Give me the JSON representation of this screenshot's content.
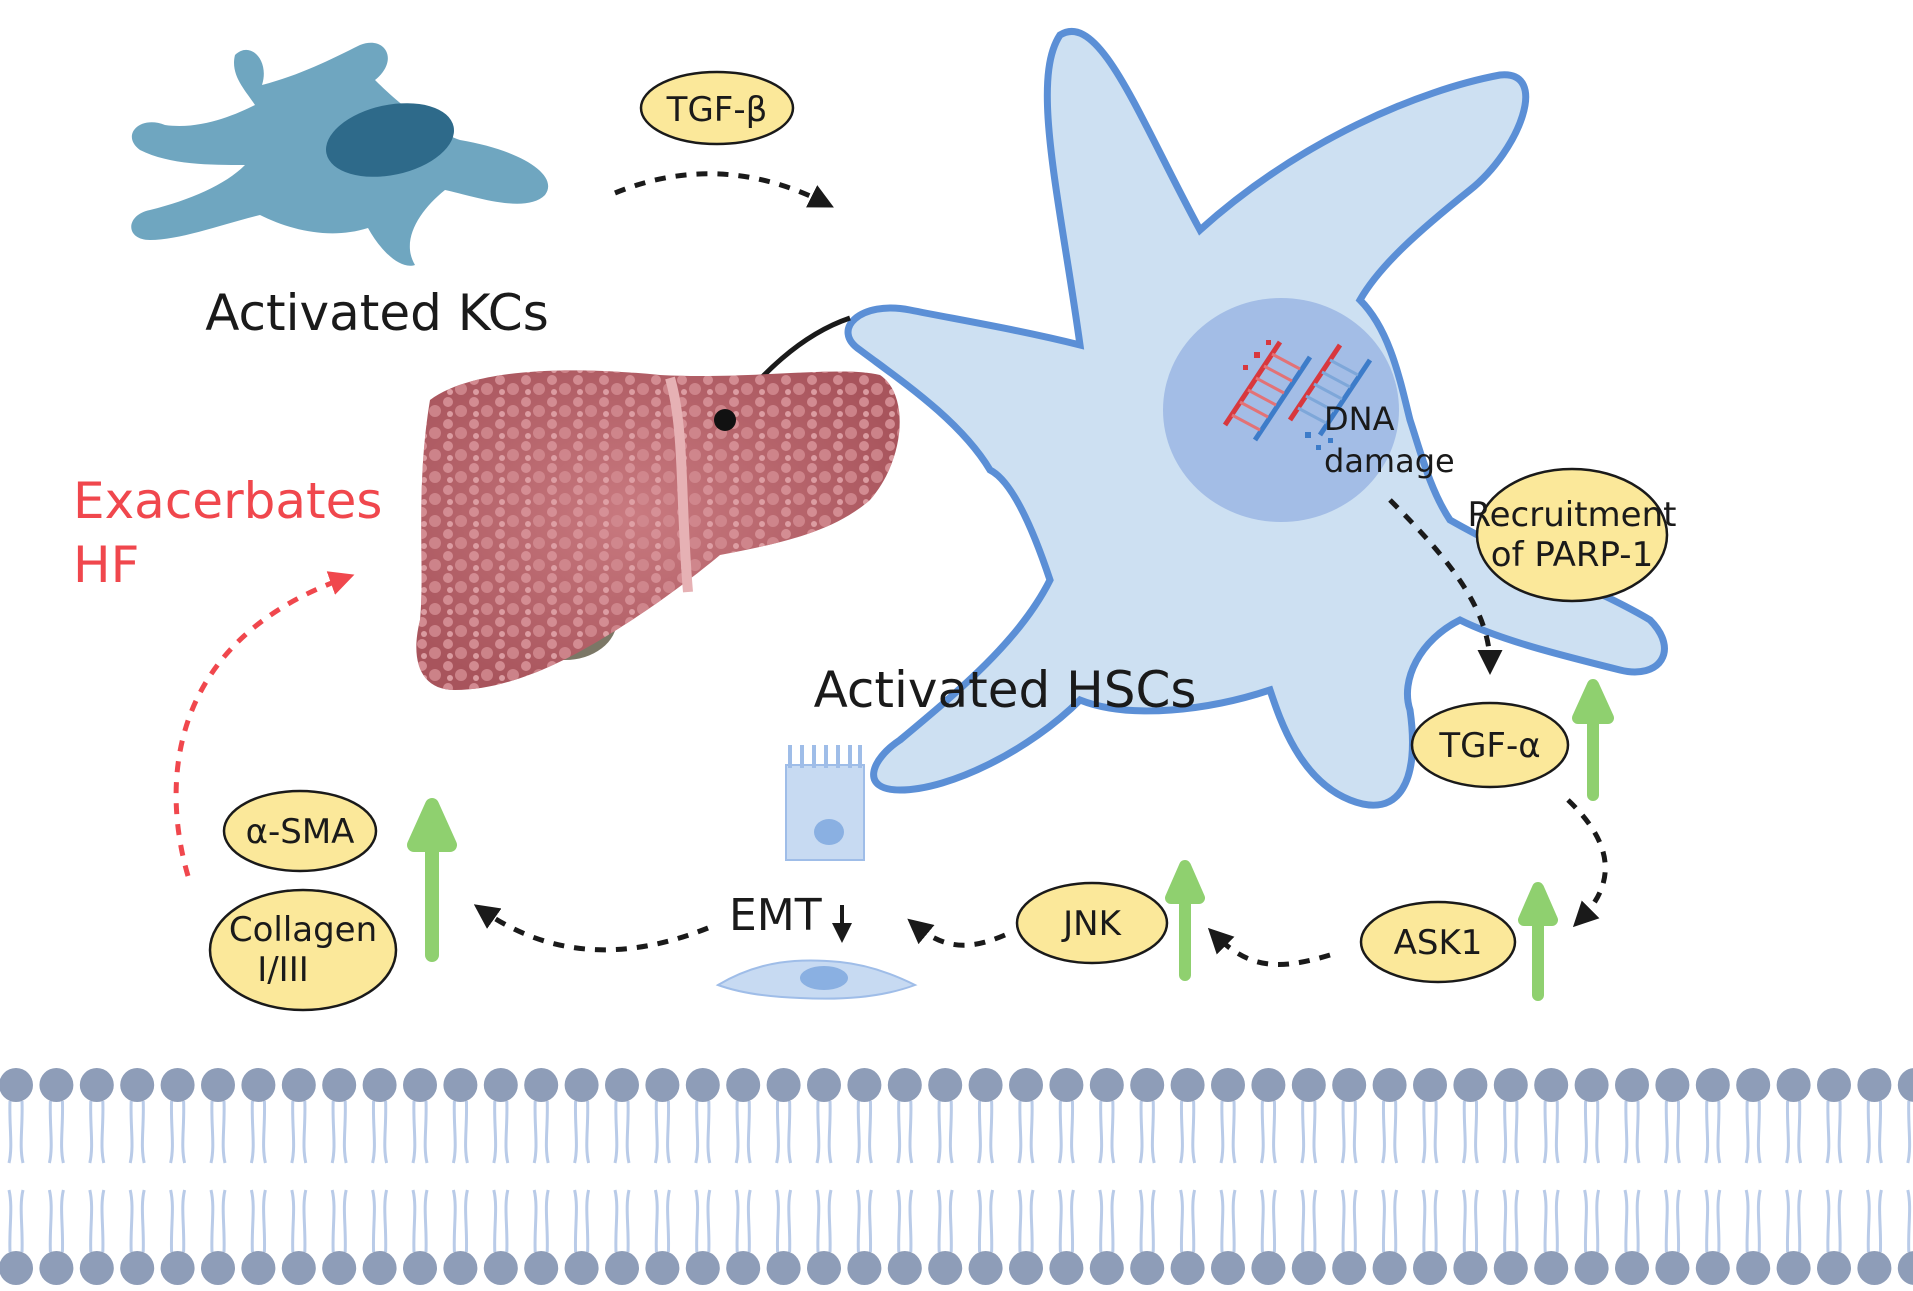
{
  "labels": {
    "activated_kcs": "Activated KCs",
    "activated_hscs": "Activated HSCs",
    "exacerbates_line1": "Exacerbates",
    "exacerbates_line2": "HF",
    "dna_line1": "DNA",
    "dna_line2": "damage",
    "emt": "EMT"
  },
  "pills": {
    "tgf_beta": "TGF-β",
    "recruitment_line1": "Recruitment",
    "recruitment_line2": "of  PARP-1",
    "tgf_alpha": "TGF-α",
    "ask1": "ASK1",
    "jnk": "JNK",
    "alpha_sma": "α-SMA",
    "collagen_line1": "Collagen",
    "collagen_line2": "I/III"
  },
  "colors": {
    "kc_cell": "#6fa6c0",
    "kc_nucleus": "#2e6a8a",
    "hsc_fill": "#cde0f2",
    "hsc_stroke": "#5b8fd6",
    "nucleus": "#a3bde6",
    "pill": "#fbe89a",
    "up_arrow": "#8fd06f",
    "red_text": "#f0474d",
    "liver": "#b7646c",
    "membrane_head": "#8e9db8",
    "membrane_tail": "#b9cbe8"
  }
}
